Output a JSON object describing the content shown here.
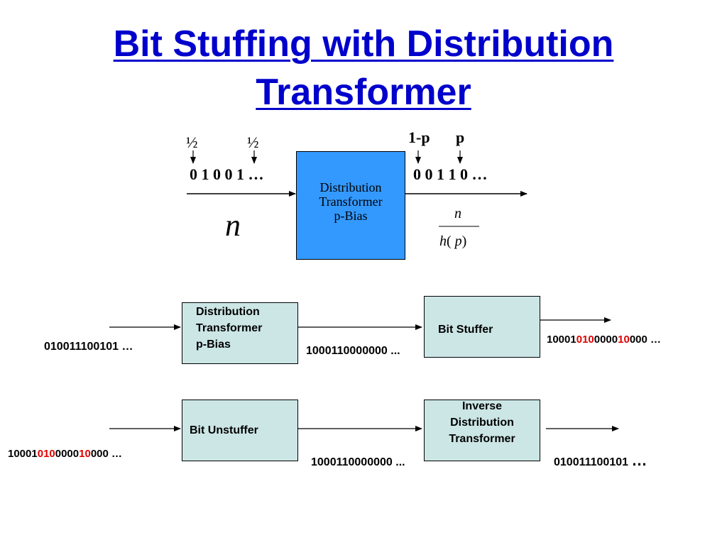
{
  "title": {
    "line1": "Bit Stuffing with Distribution",
    "line2": "Transformer"
  },
  "top": {
    "input_prob_1": "½",
    "input_prob_2": "½",
    "input_bits": "0 1 0 0 1 …",
    "input_length": "n",
    "box_line1": "Distribution",
    "box_line2": "Transformer",
    "box_line3": "p-Bias",
    "output_prob_1": "1-p",
    "output_prob_2": "p",
    "output_bits": "0 0 1 1 0 …",
    "output_length_num": "n",
    "output_length_den_h": "h",
    "output_length_den_open": "(",
    "output_length_den_p": "p",
    "output_length_den_close": ")"
  },
  "row1": {
    "input_bits": "010011100101 …",
    "box1_line1": "Distribution",
    "box1_line2": "Transformer",
    "box1_line3": "p-Bias",
    "mid_bits": "1000110000000 ...",
    "box2_label": "Bit Stuffer",
    "out_seg1": "10001",
    "out_seg2": "0",
    "out_seg3": "1",
    "out_seg4": "0",
    "out_seg5": "0000",
    "out_seg6": "10",
    "out_seg7": "000 …"
  },
  "row2": {
    "in_seg1": "10001",
    "in_seg2": "0",
    "in_seg3": "1",
    "in_seg4": "0",
    "in_seg5": "0000",
    "in_seg6": "10",
    "in_seg7": "000 …",
    "box1_label": "Bit Unstuffer",
    "mid_bits": "1000110000000 ...",
    "box2_line1": "Inverse",
    "box2_line2": "Distribution",
    "box2_line3": "Transformer",
    "output_bits": "010011100101",
    "output_ellipsis": "…"
  },
  "colors": {
    "title": "#0000cc",
    "blue_box": "#3399ff",
    "teal_box": "#cce6e6",
    "stuffed_bit": "#e00000"
  }
}
